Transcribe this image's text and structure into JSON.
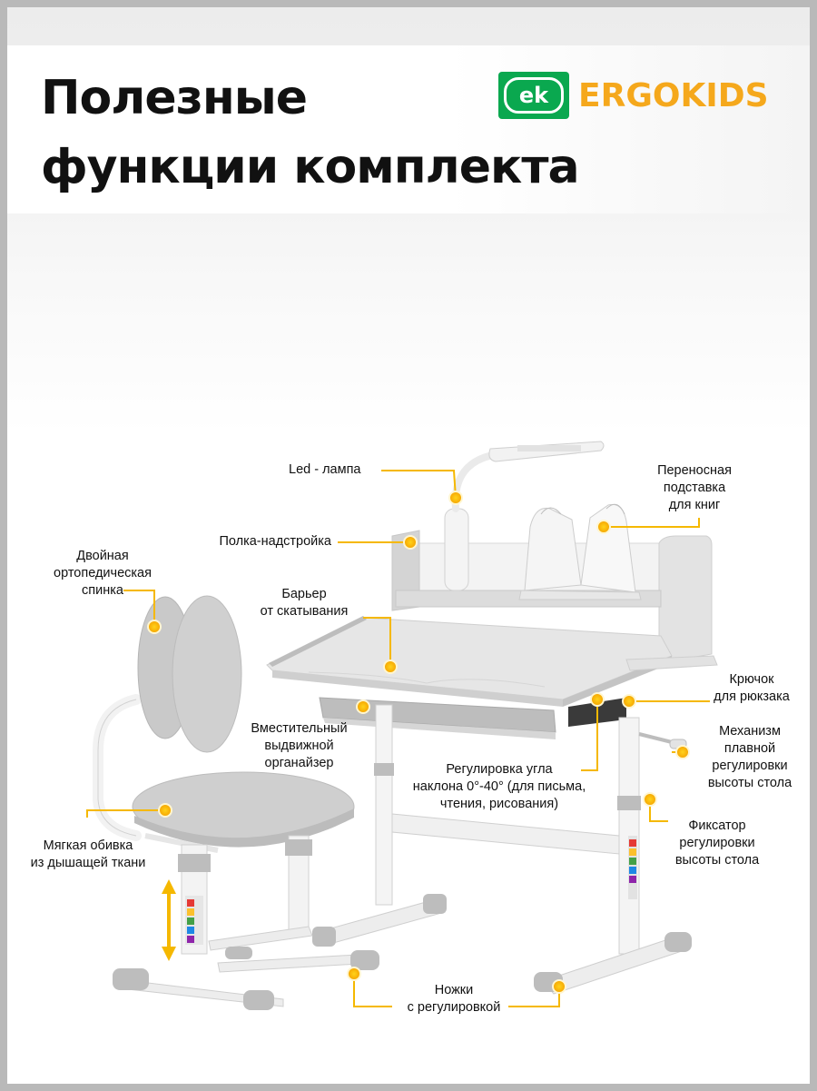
{
  "header": {
    "title_line1": "Полезные",
    "title_line2": "функции комплекта"
  },
  "brand": {
    "logo_mark": "ek",
    "name": "ERGOKIDS",
    "colors": {
      "green": "#0aa84f",
      "orange": "#f5a81c"
    }
  },
  "accent_color": "#f5b800",
  "callouts": {
    "led_lamp": "Led - лампа",
    "book_stand": [
      "Переносная",
      "подставка",
      "для книг"
    ],
    "shelf": "Полка-надстройка",
    "backrest": [
      "Двойная",
      "ортопедическая",
      "спинка"
    ],
    "barrier": [
      "Барьер",
      "от скатывания"
    ],
    "hook": [
      "Крючок",
      "для рюкзака"
    ],
    "organizer": [
      "Вместительный",
      "выдвижной",
      "органайзер"
    ],
    "lift_mechanism": [
      "Механизм",
      "плавной",
      "регулировки",
      "высоты стола"
    ],
    "tilt": [
      "Регулировка угла",
      "наклона 0°-40° (для письма,",
      "чтения, рисования)"
    ],
    "upholstery": [
      "Мягкая обивка",
      "из дышащей ткани"
    ],
    "height_lock": [
      "Фиксатор",
      "регулировки",
      "высоты стола"
    ],
    "feet": [
      "Ножки",
      "с регулировкой"
    ]
  }
}
